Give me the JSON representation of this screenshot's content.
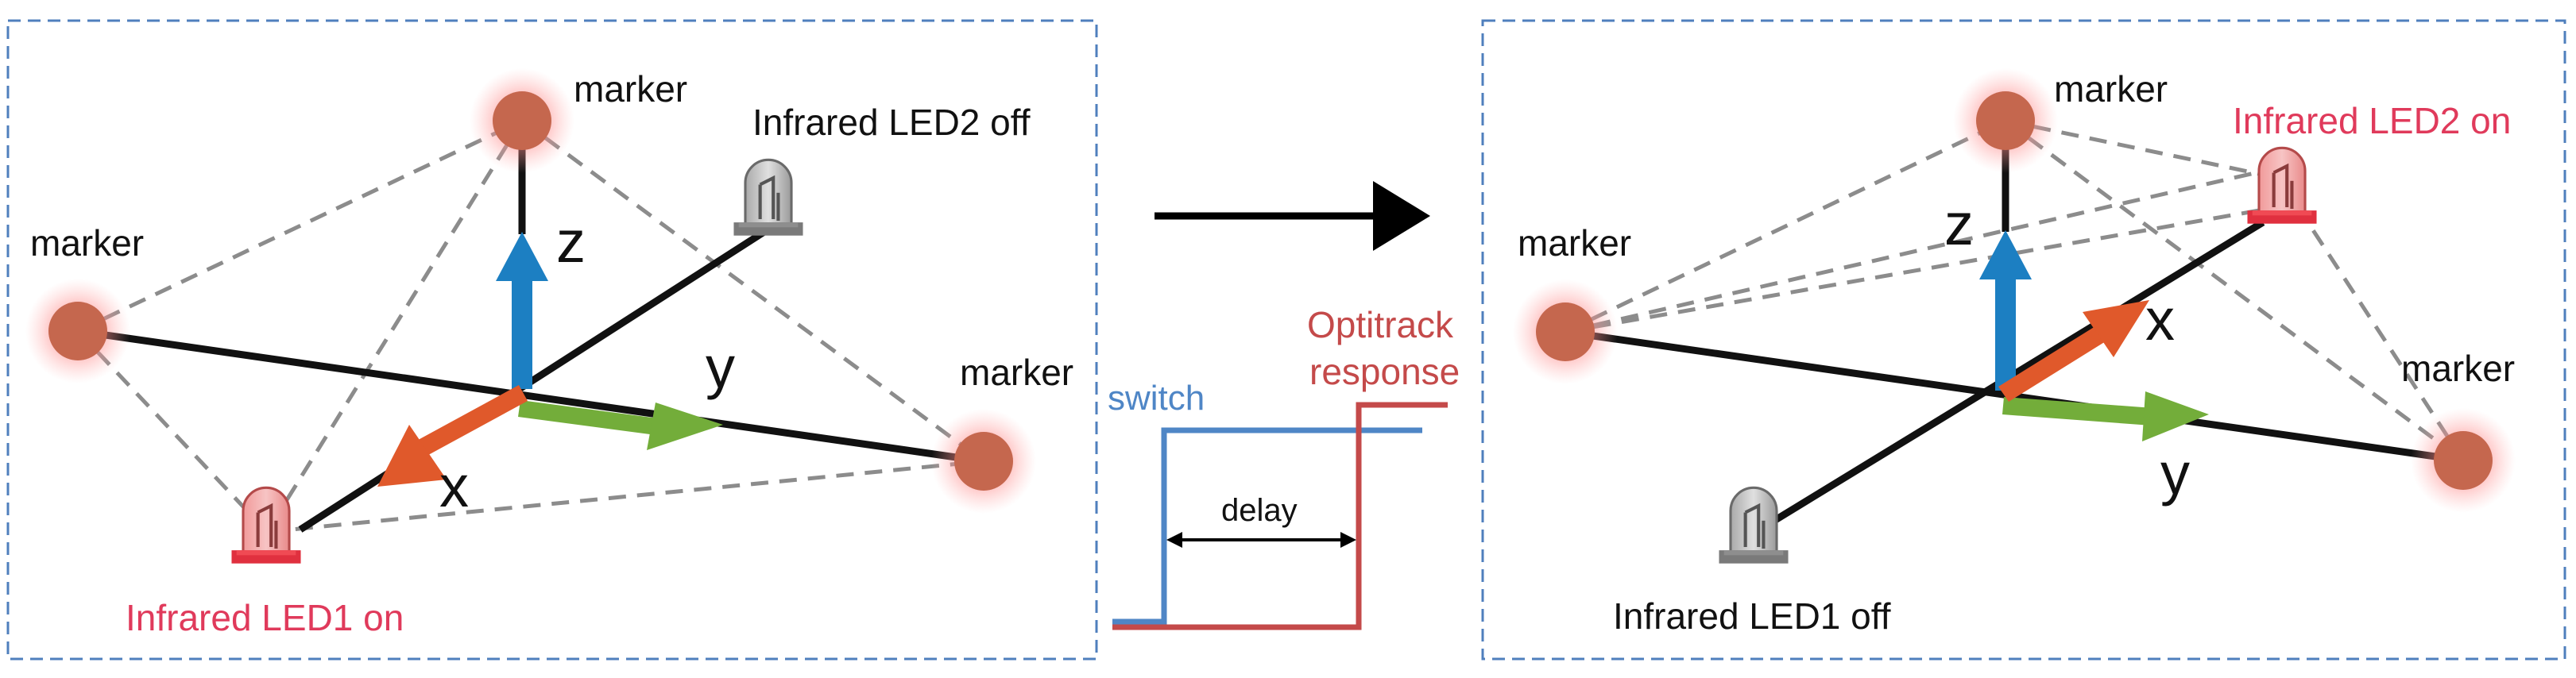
{
  "left_panel": {
    "marker_top": "marker",
    "marker_left": "marker",
    "marker_right": "marker",
    "led1_label": "Infrared LED1 on",
    "led2_label": "Infrared LED2 off",
    "axis_z": "z",
    "axis_y": "y",
    "axis_x": "x"
  },
  "timing": {
    "switch_label": "switch",
    "response_line1": "Optitrack",
    "response_line2": "response",
    "delay_label": "delay"
  },
  "right_panel": {
    "marker_top": "marker",
    "marker_left": "marker",
    "marker_right": "marker",
    "led1_label": "Infrared LED1 off",
    "led2_label": "Infrared LED2 on",
    "axis_z": "z",
    "axis_y": "y",
    "axis_x": "x"
  },
  "colors": {
    "panel_border": "#4f7fbd",
    "marker_fill": "#c5674e",
    "marker_glow": "#ff7f7f",
    "z_arrow": "#1c7fc2",
    "y_arrow": "#73ad3a",
    "x_arrow": "#e0592b",
    "led_on": "#e0303f",
    "led_off": "#777777",
    "label_on": "#e03a5b",
    "switch": "#4f86c6",
    "response": "#c44a4a"
  },
  "icons": [
    "marker-glow-dot-icon",
    "infrared-led-icon",
    "arrow-right-icon"
  ]
}
